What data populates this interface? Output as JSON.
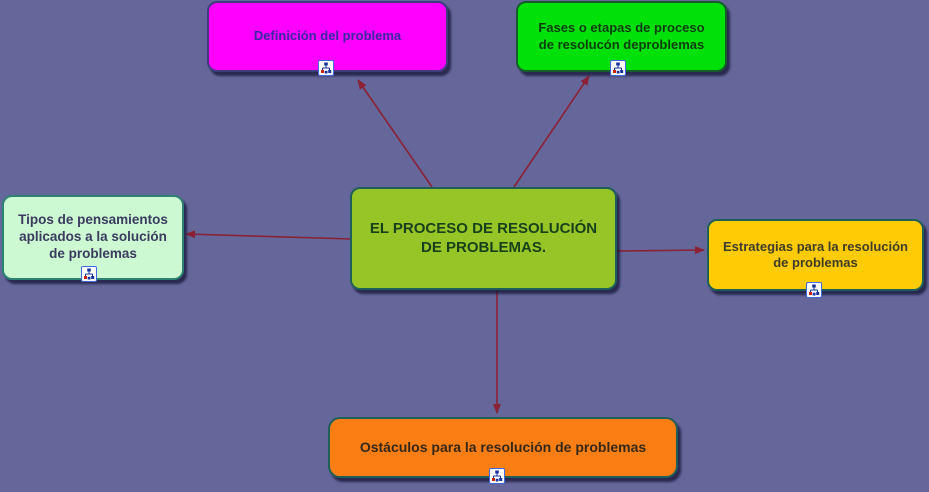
{
  "diagram": {
    "type": "concept-map",
    "background_color": "#65669A",
    "arrow_color": "#8B2134",
    "nodes": [
      {
        "id": "central",
        "label": "EL PROCESO DE RESOLUCIÓN\nDE PROBLEMAS.",
        "fill": "#97C527",
        "border_color": "#1E6059",
        "text_color": "#17411C",
        "role": "root"
      },
      {
        "id": "definicion",
        "label": "Definición del problema",
        "fill": "#FF00FF",
        "border_color": "#3E3E7E",
        "text_color": "#3A28A2",
        "has_resource_icon": true
      },
      {
        "id": "fases",
        "label": "Fases o etapas de proceso\nde resolucón deproblemas",
        "fill": "#00E10A",
        "border_color": "#155D2B",
        "text_color": "#0D3D0D",
        "has_resource_icon": true
      },
      {
        "id": "tipos",
        "label": "Tipos de pensamientos\naplicados a la solución\nde problemas",
        "fill": "#CDF9D2",
        "border_color": "#2E8273",
        "text_color": "#3B3B60",
        "has_resource_icon": true
      },
      {
        "id": "estrategias",
        "label": "Estrategias para la resolución\nde problemas",
        "fill": "#FFCB05",
        "border_color": "#1E6059",
        "text_color": "#3E3C2A",
        "has_resource_icon": true
      },
      {
        "id": "ostaculos",
        "label": "Ostáculos para la resolución de problemas",
        "fill": "#FB7E14",
        "border_color": "#1E6059",
        "text_color": "#33281A",
        "has_resource_icon": true
      }
    ],
    "edges": [
      {
        "from": "central",
        "to": "definicion"
      },
      {
        "from": "central",
        "to": "fases"
      },
      {
        "from": "central",
        "to": "tipos"
      },
      {
        "from": "central",
        "to": "estrategias"
      },
      {
        "from": "central",
        "to": "ostaculos"
      }
    ],
    "icon": {
      "name": "concept-map-resource-icon",
      "border_color": "#4169E1",
      "glyph_colors": [
        "#16309C",
        "#CC2200"
      ]
    }
  }
}
